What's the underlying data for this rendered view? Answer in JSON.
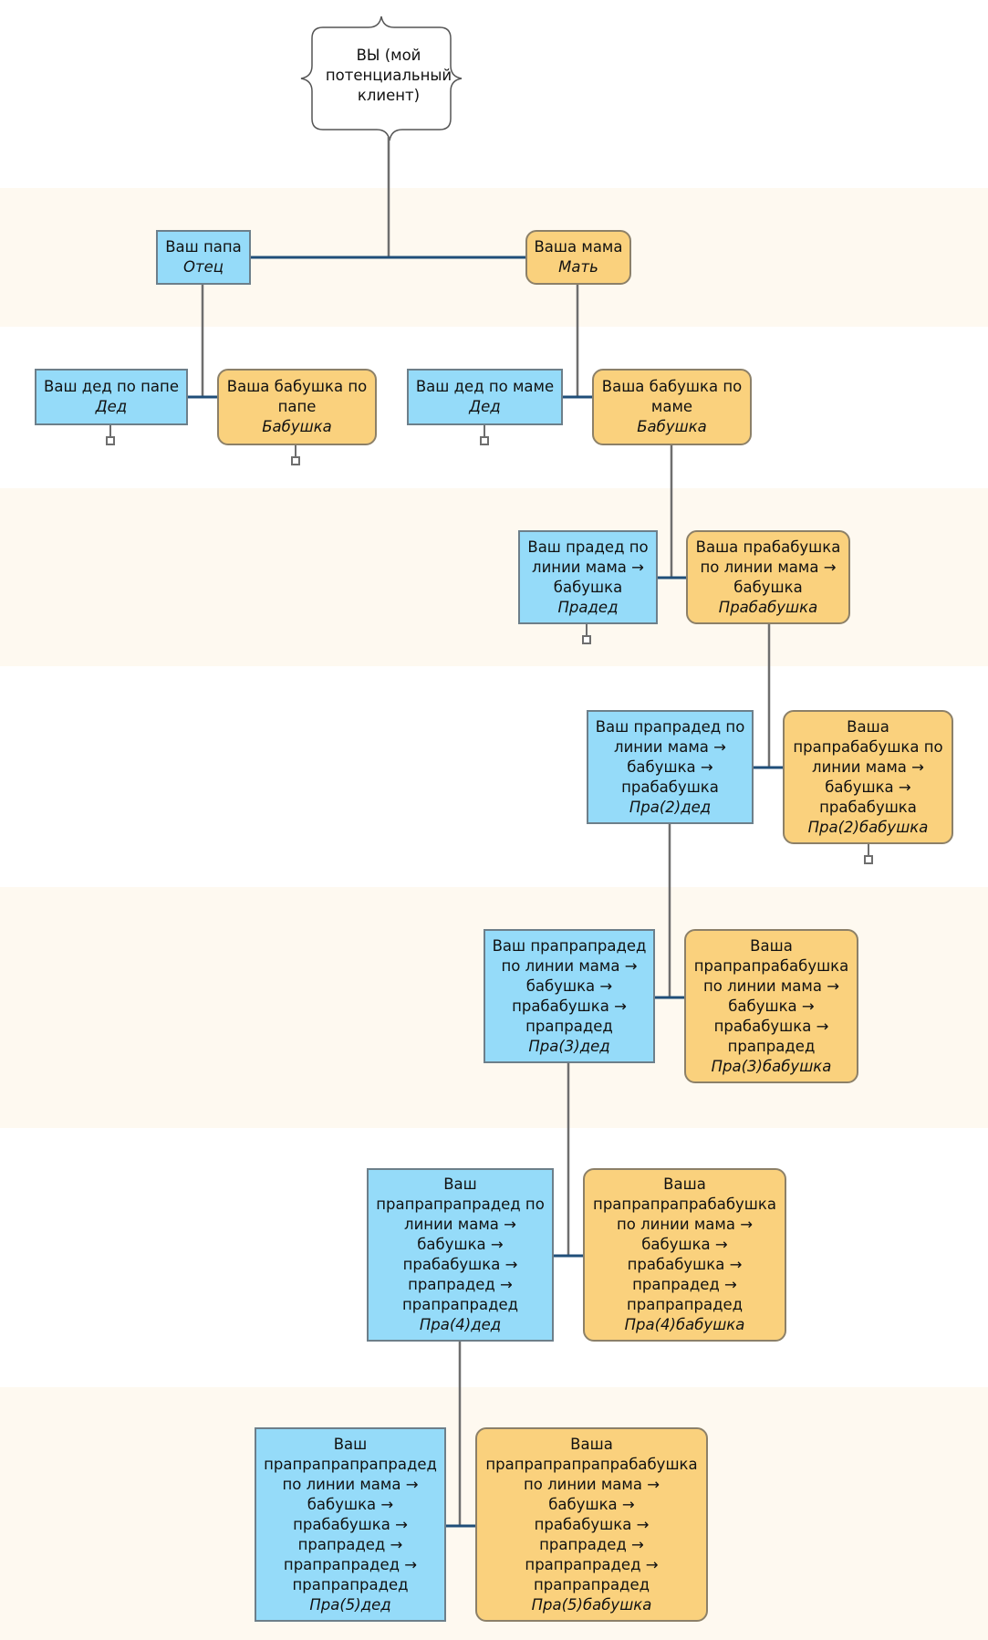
{
  "root": {
    "name": "ВЫ (мой\nпотенциальный\nклиент)"
  },
  "nodes": {
    "father": {
      "name": "Ваш папа",
      "role": "Отец"
    },
    "mother": {
      "name": "Ваша мама",
      "role": "Мать"
    },
    "pgf": {
      "name": "Ваш дед по папе",
      "role": "Дед"
    },
    "pgm": {
      "name": "Ваша бабушка по\nпапе",
      "role": "Бабушка"
    },
    "mgf": {
      "name": "Ваш дед по маме",
      "role": "Дед"
    },
    "mgm": {
      "name": "Ваша бабушка по\nмаме",
      "role": "Бабушка"
    },
    "ggf": {
      "name": "Ваш прадед по\nлинии мама →\nбабушка",
      "role": "Прадед"
    },
    "ggm": {
      "name": "Ваша прабабушка\nпо линии мама →\nбабушка",
      "role": "Прабабушка"
    },
    "g2f": {
      "name": "Ваш прапрадед по\nлинии мама →\nбабушка →\nпрабабушка",
      "role": "Пра(2)дед"
    },
    "g2m": {
      "name": "Ваша\nпрапрабабушка по\nлинии мама →\nбабушка →\nпрабабушка",
      "role": "Пра(2)бабушка"
    },
    "g3f": {
      "name": "Ваш прапрапрадед\nпо линии мама →\nбабушка →\nпрабабушка →\nпрапрадед",
      "role": "Пра(3)дед"
    },
    "g3m": {
      "name": "Ваша\nпрапрапрабабушка\nпо линии мама →\nбабушка →\nпрабабушка →\nпрапрадед",
      "role": "Пра(3)бабушка"
    },
    "g4f": {
      "name": "Ваш\nпрапрапрапрадед по\nлинии мама →\nбабушка →\nпрабабушка →\nпрапрадед →\nпрапрапрадед",
      "role": "Пра(4)дед"
    },
    "g4m": {
      "name": "Ваша\nпрапрапрапрабабушка\nпо линии мама →\nбабушка →\nпрабабушка →\nпрапрадед →\nпрапрапрадед",
      "role": "Пра(4)бабушка"
    },
    "g5f": {
      "name": "Ваш\nпрапрапрапрапрадед\nпо линии мама →\nбабушка →\nпрабабушка →\nпрапрадед →\nпрапрапрадед →\nпрапрапрадед",
      "role": "Пра(5)дед"
    },
    "g5m": {
      "name": "Ваша\nпрапрапрапрапрабабушка\nпо линии мама →\nбабушка →\nпрабабушка →\nпрапрадед →\nпрапрапрадед →\nпрапрапрадед",
      "role": "Пра(5)бабушка"
    }
  },
  "colors": {
    "male_fill": "#95dbf9",
    "female_fill": "#fad17d",
    "couple_line": "#1f4e79",
    "descent_line": "#6e6e6e",
    "band": "#fef9f0"
  }
}
